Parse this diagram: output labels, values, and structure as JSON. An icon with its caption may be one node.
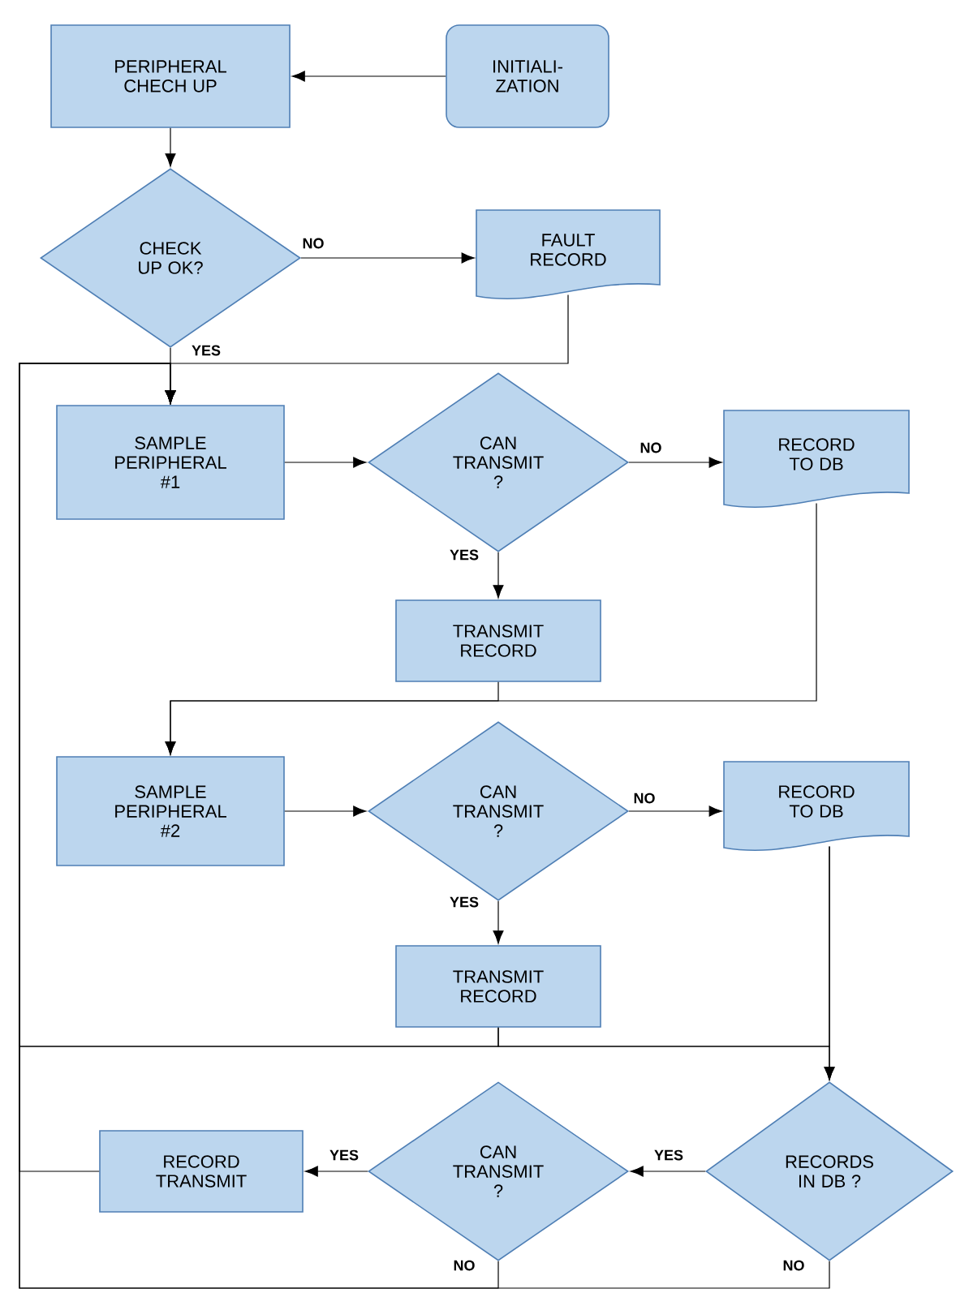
{
  "diagram": {
    "nodes": [
      {
        "text": [
          "PERIPHERAL CHECH UP"
        ]
      },
      {
        "text": [
          "INITIALI- ZATION"
        ]
      },
      {
        "text": [
          "CHECK UP OK?"
        ]
      },
      {
        "text": [
          "FAULT RECORD"
        ]
      },
      {
        "text": [
          "SAMPLE PERIPHERAL #1"
        ]
      },
      {
        "text": [
          "CAN TRANSMIT ?"
        ]
      },
      {
        "text": [
          "RECORD TO DB"
        ]
      },
      {
        "text": [
          "TRANSMIT RECORD"
        ]
      },
      {
        "text": [
          "SAMPLE PERIPHERAL #2"
        ]
      },
      {
        "text": [
          "CAN TRANSMIT ?"
        ]
      },
      {
        "text": [
          "RECORD TO DB"
        ]
      },
      {
        "text": [
          "TRANSMIT RECORD"
        ]
      },
      {
        "text": [
          "RECORD TRANSMIT"
        ]
      },
      {
        "text": [
          "CAN TRANSMIT ?"
        ]
      },
      {
        "text": [
          "RECORDS IN DB ?"
        ]
      }
    ],
    "edges": [
      {
        "from": 1,
        "to": 0,
        "arrow": "to"
      },
      {
        "from": 0,
        "to": 2,
        "arrow": "to"
      },
      {
        "from": 2,
        "to": 3,
        "arrow": "to",
        "label": "NO"
      },
      {
        "from": 2,
        "to": 4,
        "arrow": "to",
        "label": "YES"
      },
      {
        "from": 3,
        "to": 4,
        "arrow": "to"
      },
      {
        "from": 4,
        "to": 5,
        "arrow": "to"
      },
      {
        "from": 5,
        "to": 6,
        "arrow": "to",
        "label": "NO"
      },
      {
        "from": 5,
        "to": 7,
        "arrow": "to",
        "label": "YES"
      },
      {
        "from": 6,
        "to": 8,
        "arrow": "to"
      },
      {
        "from": 7,
        "to": 8,
        "arrow": "to"
      },
      {
        "from": 8,
        "to": 9,
        "arrow": "to"
      },
      {
        "from": 9,
        "to": 10,
        "arrow": "to",
        "label": "NO"
      },
      {
        "from": 9,
        "to": 11,
        "arrow": "to",
        "label": "YES"
      },
      {
        "from": 10,
        "to": 14,
        "arrow": "to"
      },
      {
        "from": 10,
        "to": 4,
        "arrow": "to"
      },
      {
        "from": 11,
        "to": 14,
        "arrow": "to"
      },
      {
        "from": 11,
        "to": 4,
        "arrow": "to"
      },
      {
        "from": 14,
        "to": 13,
        "arrow": "to",
        "label": "YES"
      },
      {
        "from": 13,
        "to": 12,
        "arrow": "to",
        "label": "YES"
      },
      {
        "from": 12,
        "to": 4,
        "arrow": "to"
      },
      {
        "from": 14,
        "to": 4,
        "arrow": "to",
        "label": "NO"
      },
      {
        "from": 13,
        "to": 4,
        "arrow": "to",
        "label": "NO"
      }
    ]
  }
}
